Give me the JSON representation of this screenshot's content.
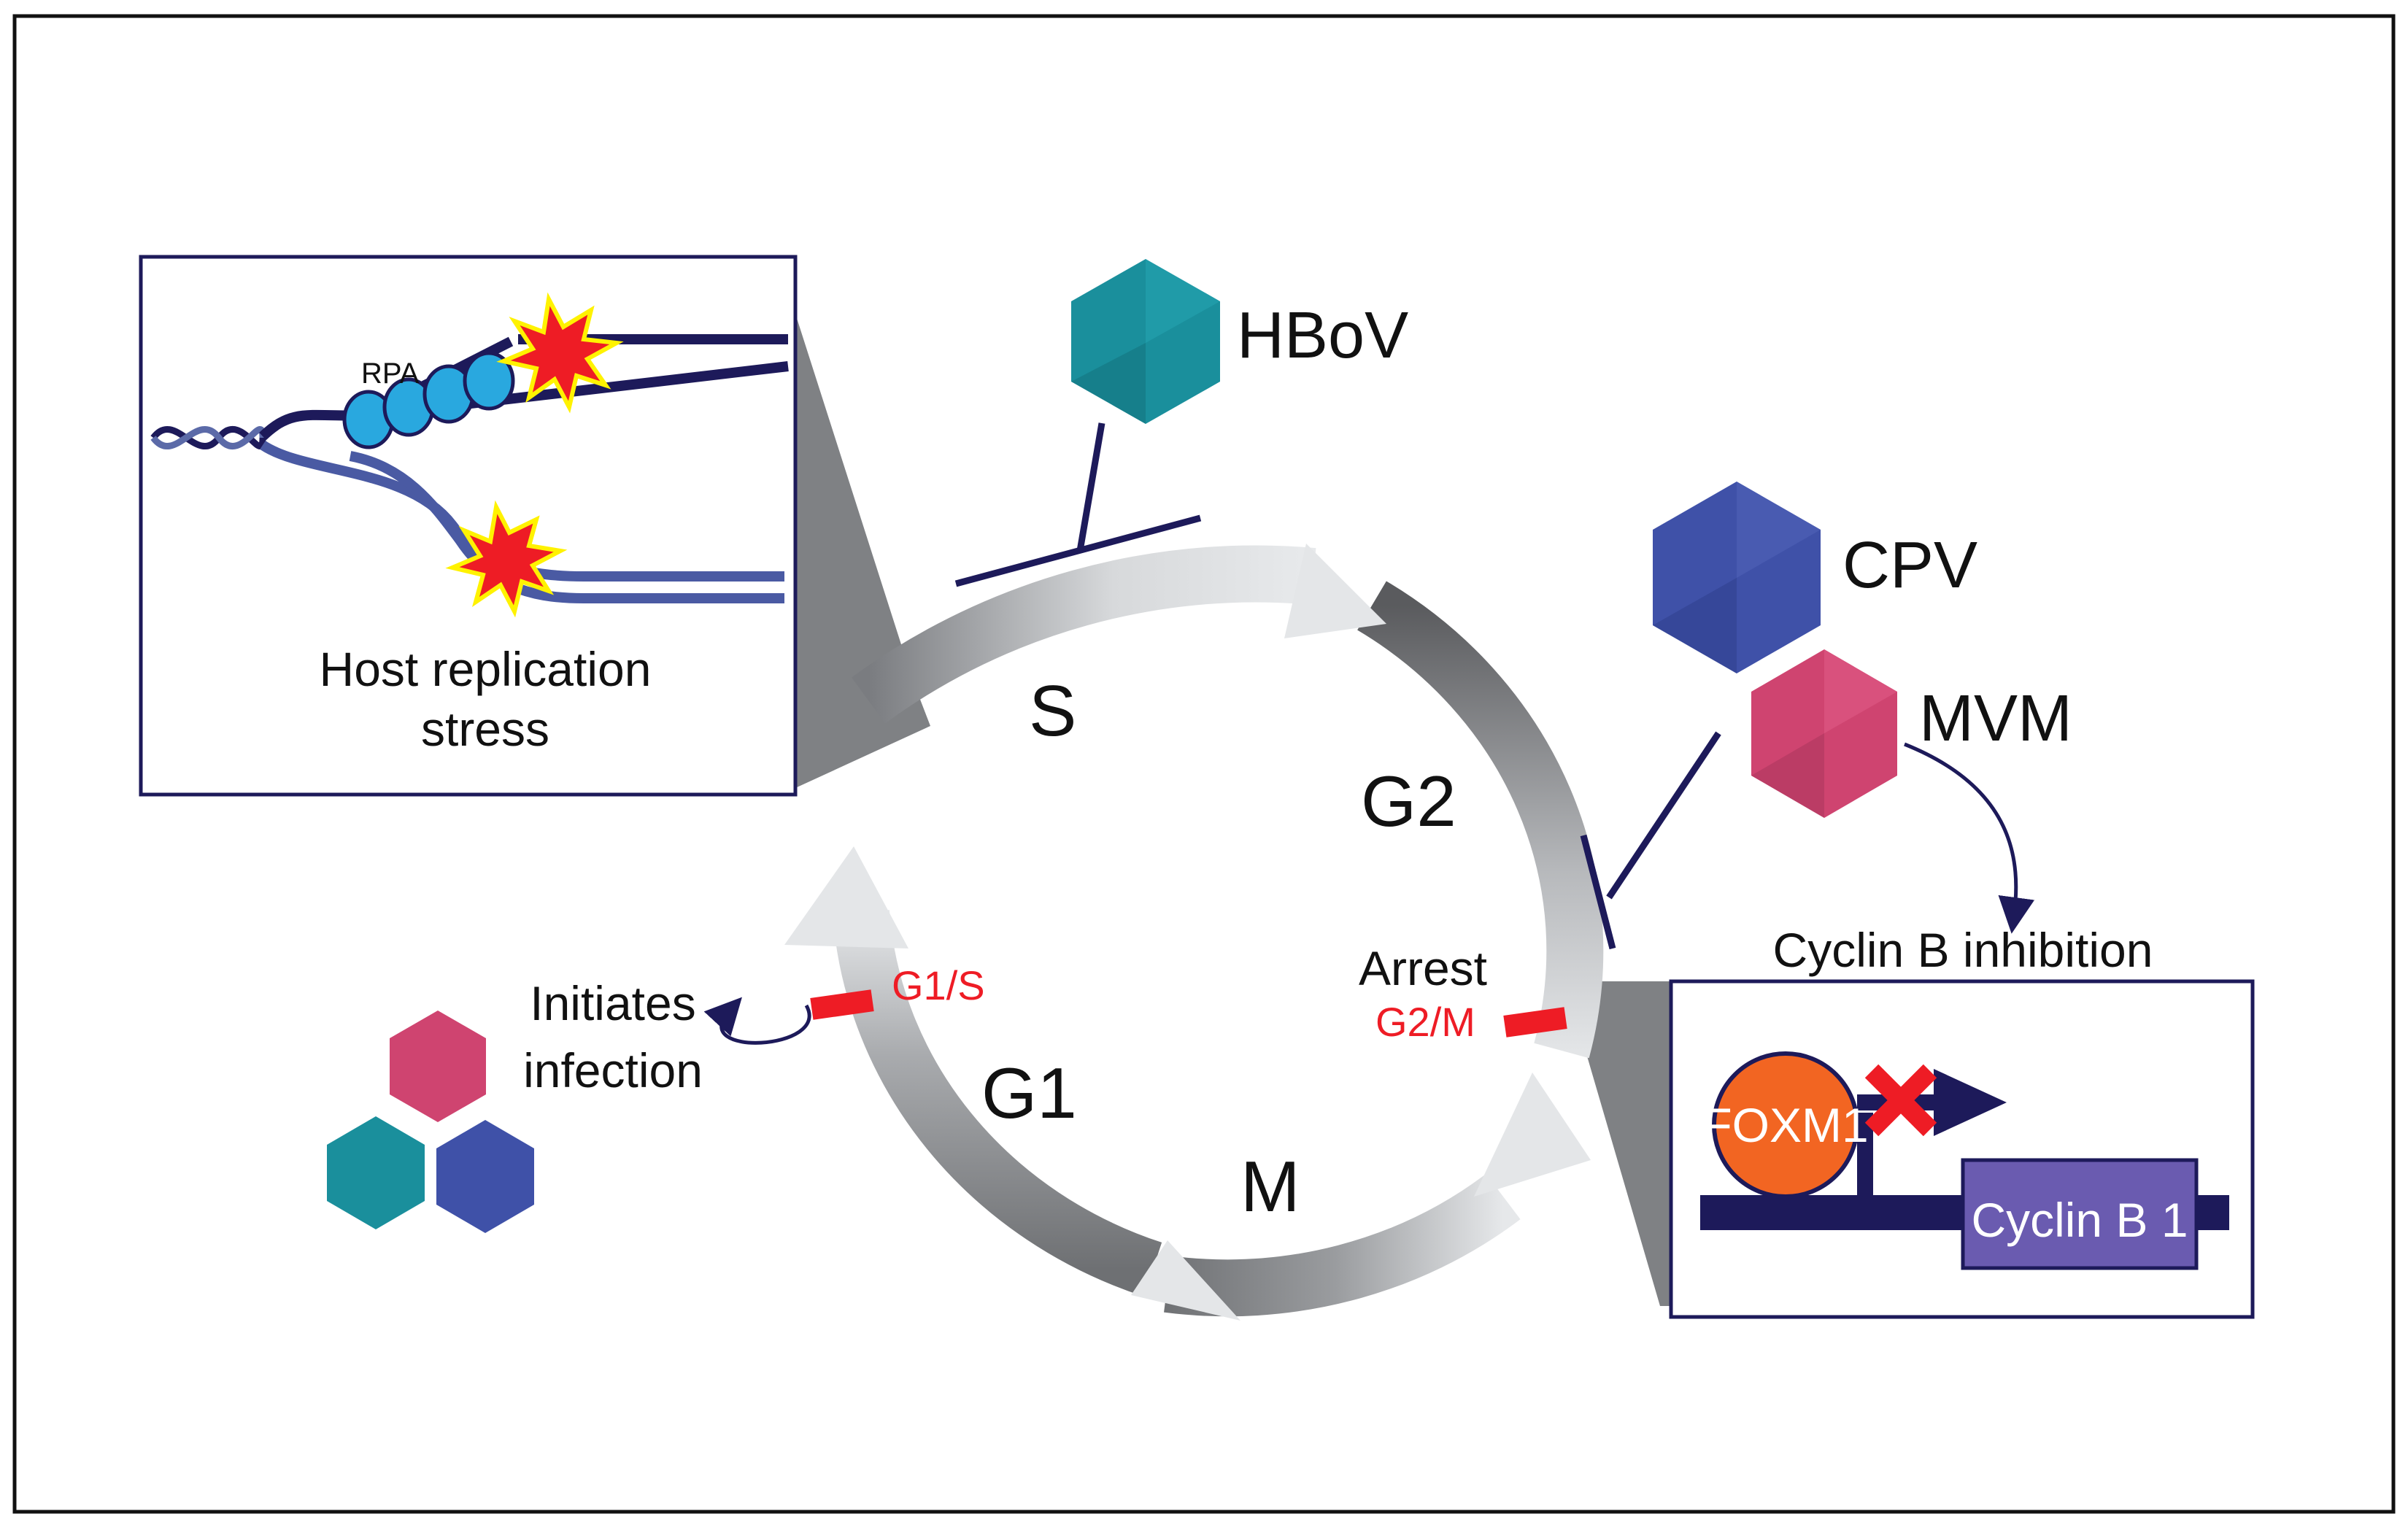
{
  "phases": {
    "s": "S",
    "g2": "G2",
    "m": "M",
    "g1": "G1"
  },
  "checkpoints": {
    "g1s": "G1/S",
    "g2m": "G2/M",
    "arrest": "Arrest"
  },
  "viruses": {
    "hbov": "HBoV",
    "cpv": "CPV",
    "mvm": "MVM"
  },
  "inset_replication": {
    "rpa": "RPA",
    "caption_line1": "Host replication",
    "caption_line2": "stress"
  },
  "inset_cyclin": {
    "title": "Cyclin B inhibition",
    "foxm1": "FOXM1",
    "gene": "Cyclin B 1"
  },
  "infection": {
    "line1": "Initiates",
    "line2": "infection"
  },
  "colors": {
    "hbov": "#1a8f9c",
    "cpv": "#3f51a8",
    "mvm": "#cf4470",
    "checkpoint": "#ee1c25",
    "inhibitor": "#1d1a5a",
    "foxm1": "#f26522",
    "cyclin_box": "#6a5bb0"
  }
}
